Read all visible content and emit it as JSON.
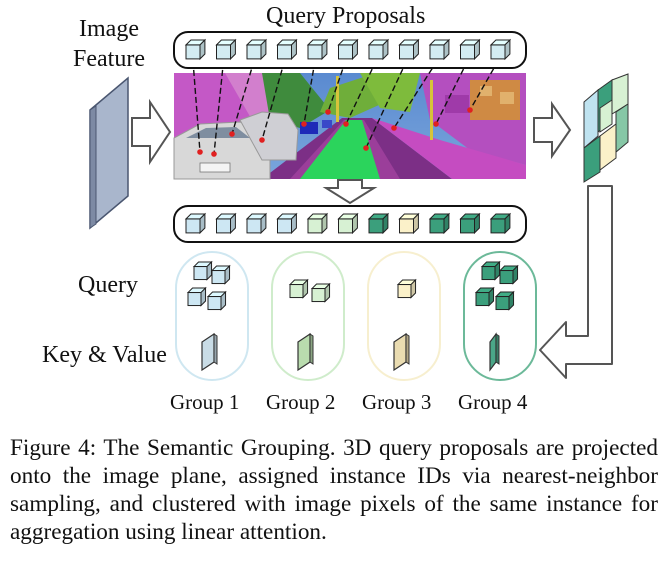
{
  "labels": {
    "image_feature": "Image\nFeature",
    "query_proposals": "Query Proposals",
    "query": "Query",
    "key_value": "Key & Value"
  },
  "groups": [
    {
      "label": "Group 1",
      "query_count": 4,
      "query_color": "#cde7f3",
      "kv_color": "#c9dce6",
      "border": "#cfe7f1"
    },
    {
      "label": "Group 2",
      "query_count": 2,
      "query_color": "#d7f1d3",
      "kv_color": "#b9dcae",
      "border": "#cfeccb"
    },
    {
      "label": "Group 3",
      "query_count": 1,
      "query_color": "#fbf1c9",
      "kv_color": "#eadcb1",
      "border": "#f7efcf"
    },
    {
      "label": "Group 4",
      "query_count": 4,
      "query_color": "#3b9f7c",
      "kv_color": "#4aa788",
      "border": "#6cb999"
    }
  ],
  "proposal_count": 11,
  "sorted_cube_colors": [
    "#cde7f3",
    "#cde7f3",
    "#cde7f3",
    "#cde7f3",
    "#d7f1d3",
    "#d7f1d3",
    "#3b9f7c",
    "#fbf1c9",
    "#3b9f7c",
    "#3b9f7c",
    "#3b9f7c"
  ],
  "colors": {
    "feature_map": "#a9b6cc",
    "cube_default": "#d3ecf2",
    "proposal_dot": "#e02020"
  },
  "caption": "Figure 4: The Semantic Grouping. 3D query proposals are projected onto the image plane, assigned instance IDs via nearest-neighbor sampling, and clustered with image pixels of the same instance for aggregation using linear attention."
}
